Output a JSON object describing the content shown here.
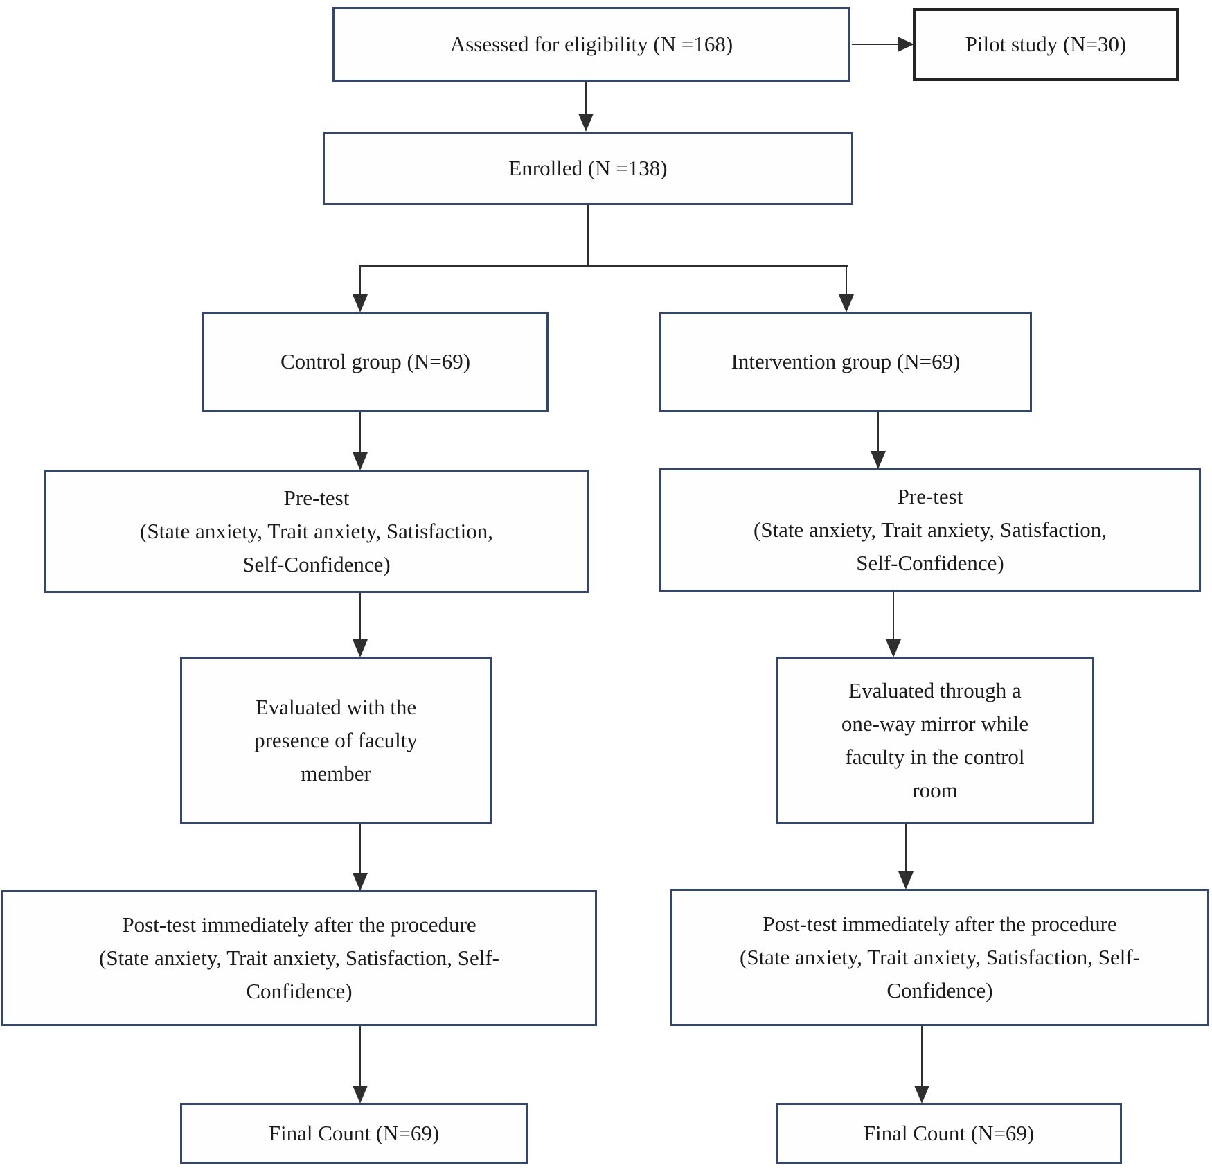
{
  "figure": {
    "type": "flowchart",
    "background": "#ffffff",
    "colors": {
      "node_border": "#35466b",
      "pilot_node_border": "#242424",
      "connector": "#2e2e2e",
      "text": "#1b1b1b",
      "node_fill": "#fefefe"
    },
    "nodes": {
      "assessed": {
        "label": "Assessed for eligibility (N =168)"
      },
      "pilot": {
        "label": "Pilot study (N=30)"
      },
      "enrolled": {
        "label": "Enrolled (N =138)"
      },
      "control_group": {
        "label": "Control group (N=69)"
      },
      "intervention_group": {
        "label": "Intervention group (N=69)"
      },
      "pretest_control": {
        "label": "Pre-test\n(State anxiety, Trait anxiety, Satisfaction,\nSelf-Confidence)"
      },
      "pretest_intervention": {
        "label": "Pre-test\n(State anxiety, Trait anxiety, Satisfaction,\nSelf-Confidence)"
      },
      "evaluated_control": {
        "label": "Evaluated with the\npresence of faculty\nmember"
      },
      "evaluated_intervention": {
        "label": "Evaluated through a\none-way mirror while\nfaculty in the control\nroom"
      },
      "posttest_control": {
        "label": "Post-test immediately after the procedure\n(State anxiety, Trait anxiety, Satisfaction, Self-\nConfidence)"
      },
      "posttest_intervention": {
        "label": "Post-test immediately after the procedure\n(State anxiety, Trait anxiety, Satisfaction, Self-\nConfidence)"
      },
      "final_control": {
        "label": "Final Count (N=69)"
      },
      "final_intervention": {
        "label": "Final Count (N=69)"
      }
    }
  }
}
